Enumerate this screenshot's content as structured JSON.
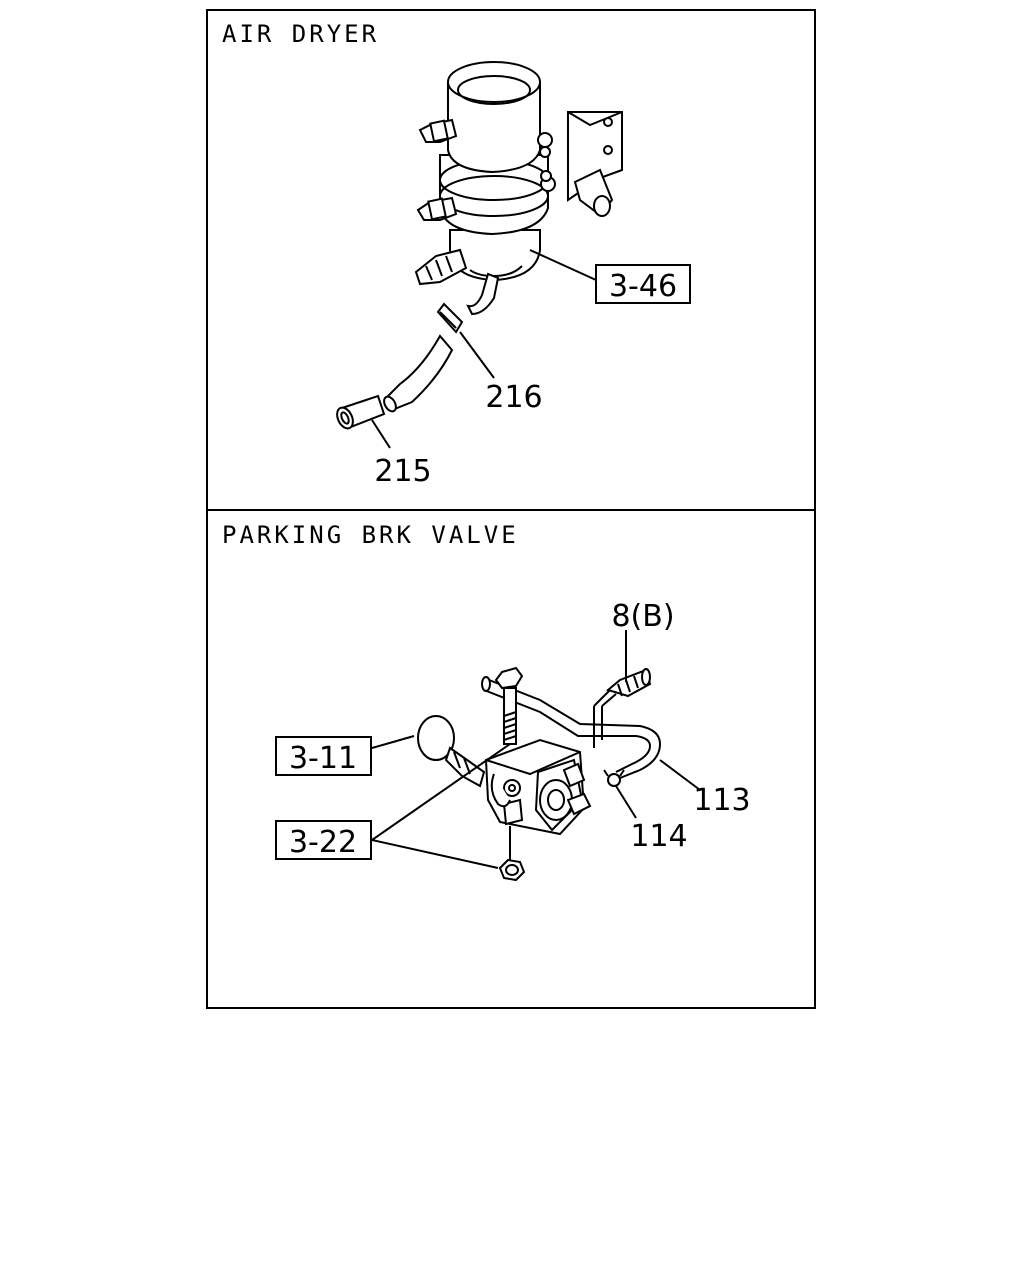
{
  "panels": [
    {
      "title": "AIR DRYER",
      "labels": {
        "ref_dryer": "3-46",
        "part_216": "216",
        "part_215": "215"
      }
    },
    {
      "title": "PARKING BRK VALVE",
      "labels": {
        "part_8b": "8(B)",
        "ref_valve": "3-11",
        "ref_fasteners": "3-22",
        "part_113": "113",
        "part_114": "114"
      }
    }
  ],
  "colors": {
    "line": "#000000",
    "background": "#ffffff"
  }
}
